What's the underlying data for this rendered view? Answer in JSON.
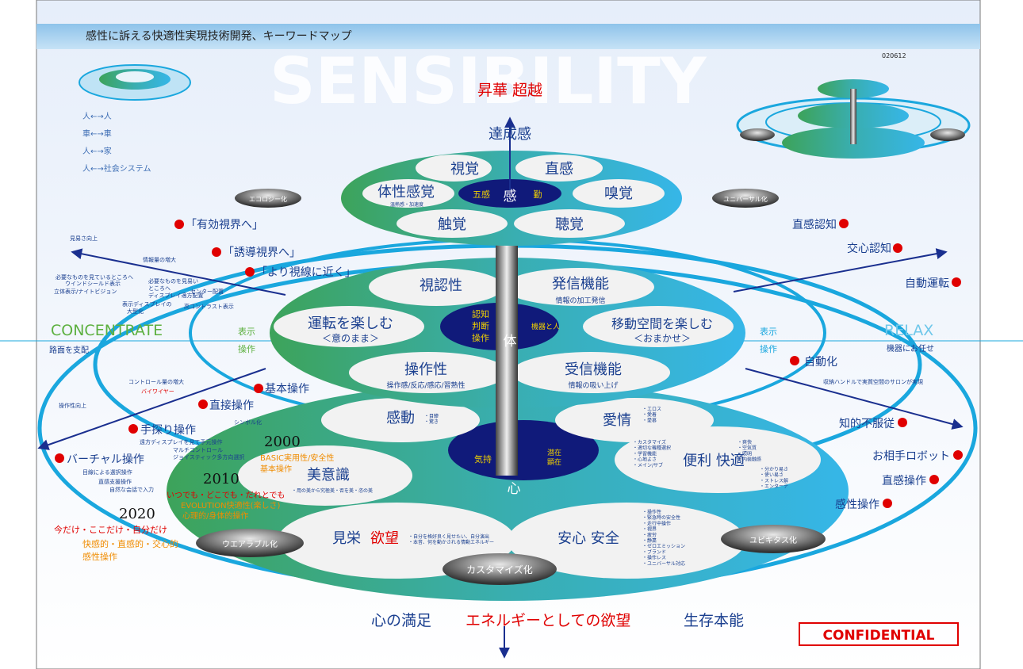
{
  "header": {
    "title": "感性に訴える快適性実現技術開発、キーワードマップ",
    "code": "020612",
    "watermark": "SENSIBILITY"
  },
  "legend": [
    "人←→人",
    "車←→車",
    "人←→家",
    "人←→社会システム"
  ],
  "top": {
    "peak": "昇華 超越",
    "achieve": "達成感",
    "items": [
      "視覚",
      "直感",
      "体性感覚",
      "嗅覚",
      "触覚",
      "聴覚"
    ],
    "sub_body": "温熱感・加速度",
    "center_a": "五感",
    "center_b": "感",
    "center_c": "勤"
  },
  "mid": {
    "items": [
      "視認性",
      "発信機能",
      "運転を楽しむ",
      "移動空間を楽しむ",
      "操作性",
      "受信機能"
    ],
    "sub1": "情報の加工発信",
    "sub2a": "＜意のまま＞",
    "sub2b": "＜おまかせ＞",
    "sub3": "操作感/反応/感応/習熟性",
    "sub4": "情報の吸い上げ",
    "center_a": "認知",
    "center_b": "判断",
    "center_c": "操作",
    "center_d": "機器と人",
    "center_e": "体",
    "left_a": "表示",
    "left_b": "操作",
    "right_a": "表示",
    "right_b": "操作"
  },
  "low": {
    "items": [
      "感動",
      "愛情",
      "美意識",
      "便利 快適",
      "見栄",
      "欲望",
      "安心 安全"
    ],
    "center_a": "気持",
    "center_b": "潜在",
    "center_c": "顕在",
    "center_d": "心",
    "notes": {
      "kando": "・目鯵\n・驚き",
      "aijo": "・エロス\n・愛着\n・愛慕",
      "benri": "・カスタマイズ\n・適切な機種選択\n・学習機能\n・心地よさ\n・メイン/サブ",
      "benri2": "・爽快\n・空気質\n・照明\n・内装触感",
      "benri3": "・分かり易さ\n・使い易さ\n・ストレス解\n・エンターテ",
      "biishiki": "・用の美から究極美・否を美・恣の美",
      "mie": "・自分を格好良く見せたい、自分演出\n・本音、何を動かされる情動エネルギー",
      "anshin": "・操作性\n・緊急時の安全性\n・走行中操作\n・視界\n・疲労\n・静粛\n・ゼロエミッション\n・ブランド\n・操作レス\n・ユニバーサル対応"
    }
  },
  "axis": {
    "left": "CONCENTRATE",
    "right": "RELAX",
    "bottom_a": "心の満足",
    "bottom_b": "エネルギーとしての欲望",
    "bottom_c": "生存本能"
  },
  "ovals": [
    "エコロジー化",
    "ユニバーサル化",
    "ウエアラブル化",
    "カスタマイズ化",
    "ユビキタス化"
  ],
  "left_keys": [
    "「有効視界へ」",
    "「誘導視界へ」",
    "「より視線に近く」",
    "基本操作",
    "直接操作",
    "手探り操作",
    "バーチャル操作"
  ],
  "right_keys": [
    "直感認知",
    "交心認知",
    "自動運転",
    "自動化",
    "知的不服従",
    "お相手ロボット",
    "直感操作",
    "感性操作"
  ],
  "left_notes": {
    "mie_sa": "見易さ向上",
    "info": "情報量の増大",
    "ctrl": "コントロール量の増大",
    "bywire": "バイワイヤー",
    "sousa_up": "操作性向上",
    "road": "路面を支配",
    "n1": "必要なものを見ているところへ",
    "n2": "ウインドシールド表示",
    "n3": "立体表示/ナイトビジョン",
    "n4": "必要なものを見易い",
    "n5": "ところへ",
    "n6": "ディスプレイ適方配置",
    "n7": "表示ディスプレイの",
    "n8": "大型化",
    "n9": "センター配置",
    "n10": "高コントラスト表示",
    "n11": "シンボル化",
    "n12": "遠方ディスプレイを見て手元操作",
    "n13": "マルチコントロール",
    "n14": "ジョイスティック多方向選択",
    "n15": "目線による選択操作",
    "n16": "直感支援操作",
    "n17": "自然な会話で入力"
  },
  "right_notes": {
    "kiki": "機器にお任せ",
    "salon": "収納ハンドルで実質空間のサロンが実現"
  },
  "timeline": {
    "y2000": "2000",
    "t2000a": "BASIC実用性/安全性",
    "t2000b": "基本操作",
    "y2010": "2010",
    "t2010a": "いつでも・どこでも・だれとでも",
    "t2010b": "EVOLUTION快適性(楽しさ)",
    "t2010c": "心理的/身体的操作",
    "y2020": "2020",
    "t2020a": "今だけ・ここだけ・自分だけ",
    "t2020b": "快感的・直感的・交心的",
    "t2020c": "感性操作"
  },
  "stamp": "CONFIDENTIAL",
  "colors": {
    "ring": "#1aa7de",
    "navy": "#101a7a",
    "red": "#e00000",
    "orange": "#f08c00",
    "green": "#5db040"
  }
}
